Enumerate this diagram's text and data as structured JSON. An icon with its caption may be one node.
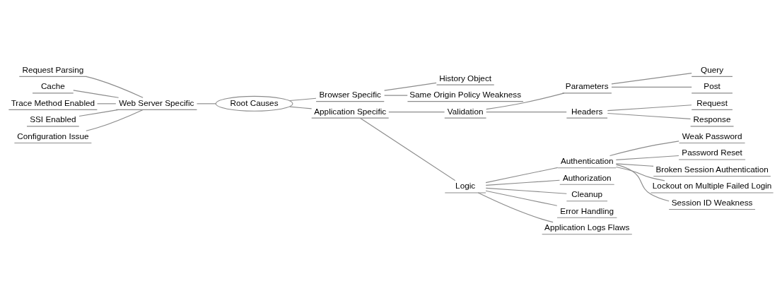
{
  "diagram": {
    "nodes": [
      {
        "text": [
          "Root Causes"
        ]
      },
      {
        "text": [
          "Browser Specific"
        ]
      },
      {
        "text": [
          "History Object"
        ]
      },
      {
        "text": [
          "Same Origin Policy Weakness"
        ]
      },
      {
        "text": [
          "Application Specific"
        ]
      },
      {
        "text": [
          "Validation"
        ]
      },
      {
        "text": [
          "Parameters"
        ]
      },
      {
        "text": [
          "Query"
        ]
      },
      {
        "text": [
          "Post"
        ]
      },
      {
        "text": [
          "Headers"
        ]
      },
      {
        "text": [
          "Request"
        ]
      },
      {
        "text": [
          "Response"
        ]
      },
      {
        "text": [
          "Logic"
        ]
      },
      {
        "text": [
          "Authentication"
        ]
      },
      {
        "text": [
          "Weak Password"
        ]
      },
      {
        "text": [
          "Password Reset"
        ]
      },
      {
        "text": [
          "Broken Session Authentication"
        ]
      },
      {
        "text": [
          "Lockout on Multiple Failed Login"
        ]
      },
      {
        "text": [
          "Session ID Weakness"
        ]
      },
      {
        "text": [
          "Authorization"
        ]
      },
      {
        "text": [
          "Cleanup"
        ]
      },
      {
        "text": [
          "Error Handling"
        ]
      },
      {
        "text": [
          "Application Logs Flaws"
        ]
      },
      {
        "text": [
          "Web Server Specific"
        ]
      },
      {
        "text": [
          "Request Parsing"
        ]
      },
      {
        "text": [
          "Cache"
        ]
      },
      {
        "text": [
          "Trace Method Enabled"
        ]
      },
      {
        "text": [
          "SSI Enabled"
        ]
      },
      {
        "text": [
          "Configuration Issue"
        ]
      }
    ],
    "edges": [
      {
        "from": 0,
        "to": 1,
        "arrow": "none"
      },
      {
        "from": 1,
        "to": 2,
        "arrow": "none"
      },
      {
        "from": 1,
        "to": 3,
        "arrow": "none"
      },
      {
        "from": 0,
        "to": 4,
        "arrow": "none"
      },
      {
        "from": 4,
        "to": 5,
        "arrow": "none"
      },
      {
        "from": 5,
        "to": 6,
        "arrow": "none"
      },
      {
        "from": 6,
        "to": 7,
        "arrow": "none"
      },
      {
        "from": 6,
        "to": 8,
        "arrow": "none"
      },
      {
        "from": 5,
        "to": 9,
        "arrow": "none"
      },
      {
        "from": 9,
        "to": 10,
        "arrow": "none"
      },
      {
        "from": 9,
        "to": 11,
        "arrow": "none"
      },
      {
        "from": 4,
        "to": 12,
        "arrow": "none"
      },
      {
        "from": 12,
        "to": 13,
        "arrow": "none"
      },
      {
        "from": 13,
        "to": 14,
        "arrow": "none"
      },
      {
        "from": 13,
        "to": 15,
        "arrow": "none"
      },
      {
        "from": 13,
        "to": 16,
        "arrow": "none"
      },
      {
        "from": 13,
        "to": 17,
        "arrow": "none"
      },
      {
        "from": 13,
        "to": 18,
        "arrow": "none"
      },
      {
        "from": 12,
        "to": 19,
        "arrow": "none"
      },
      {
        "from": 12,
        "to": 20,
        "arrow": "none"
      },
      {
        "from": 12,
        "to": 21,
        "arrow": "none"
      },
      {
        "from": 12,
        "to": 22,
        "arrow": "none"
      },
      {
        "from": 0,
        "to": 23,
        "arrow": "none"
      },
      {
        "from": 23,
        "to": 24,
        "arrow": "none"
      },
      {
        "from": 23,
        "to": 25,
        "arrow": "none"
      },
      {
        "from": 23,
        "to": 26,
        "arrow": "none"
      },
      {
        "from": 23,
        "to": 27,
        "arrow": "none"
      },
      {
        "from": 23,
        "to": 28,
        "arrow": "none"
      }
    ]
  }
}
